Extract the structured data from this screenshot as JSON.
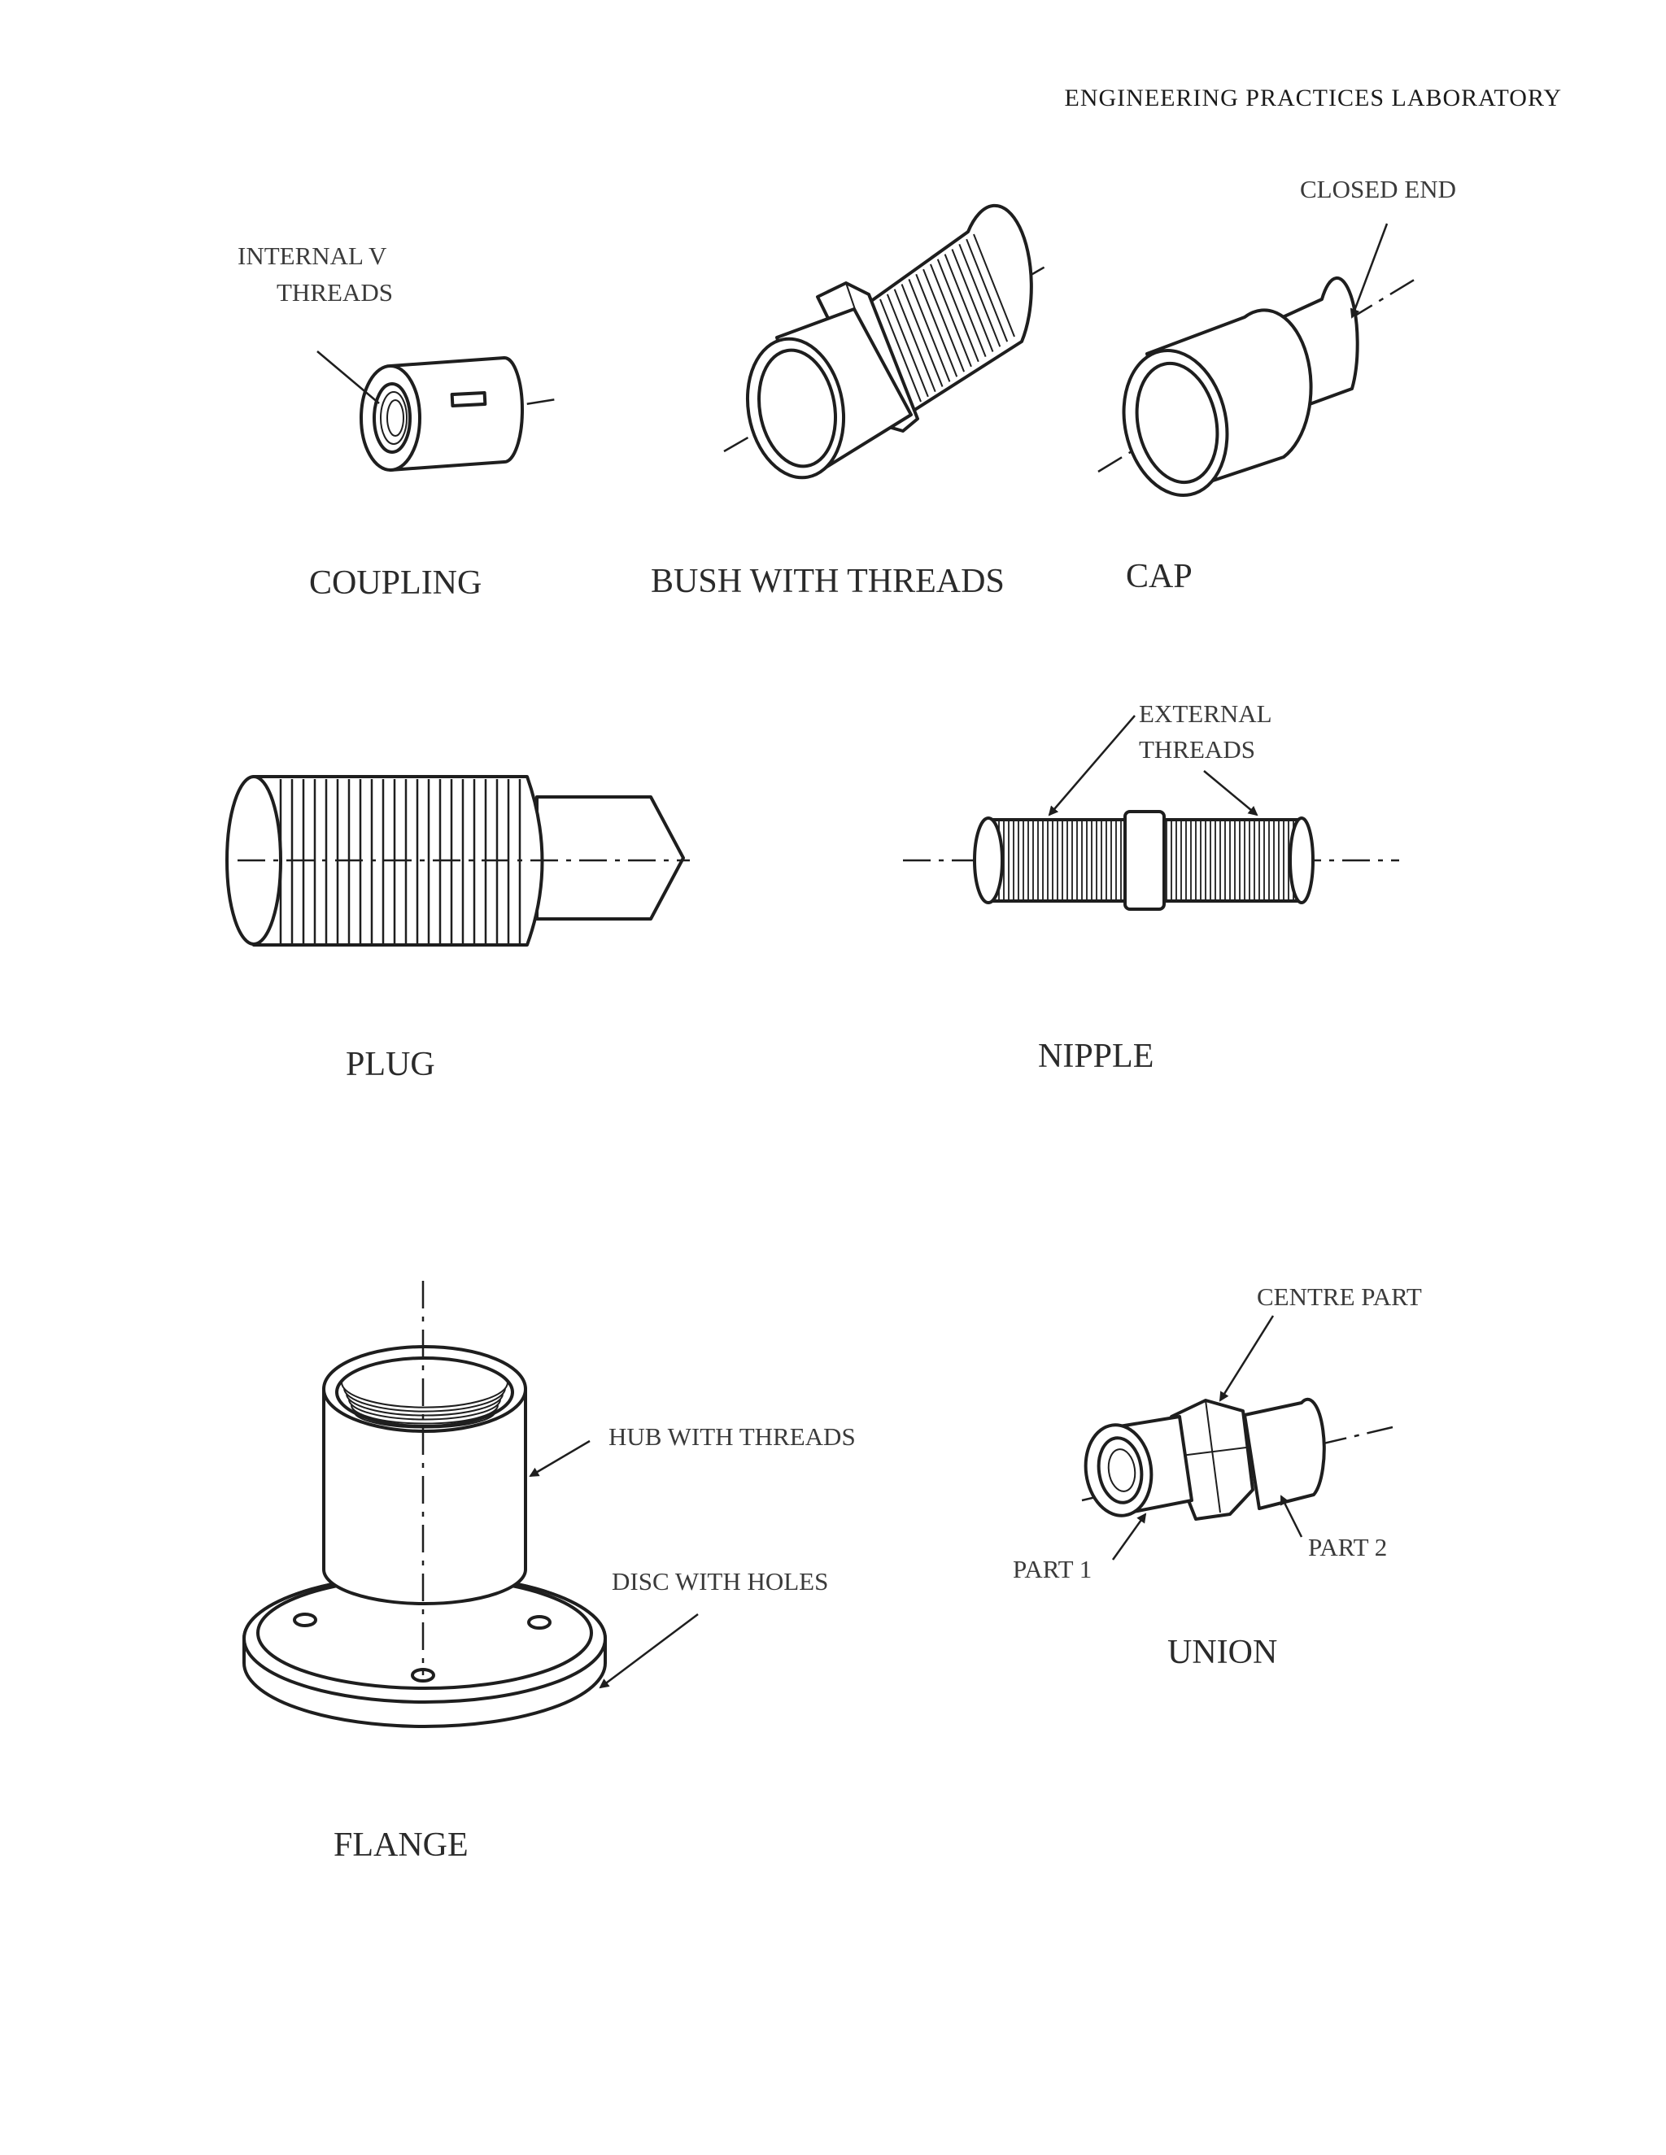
{
  "header": {
    "text": "ENGINEERING  PRACTICES  LABORATORY"
  },
  "parts": {
    "coupling": {
      "caption": "COUPLING",
      "label_line1": "INTERNAL V",
      "label_line2": "THREADS"
    },
    "bush": {
      "caption": "BUSH WITH THREADS"
    },
    "cap": {
      "caption": "CAP",
      "label": "CLOSED END"
    },
    "plug": {
      "caption": "PLUG"
    },
    "nipple": {
      "caption": "NIPPLE",
      "label_line1": "EXTERNAL",
      "label_line2": "THREADS"
    },
    "flange": {
      "caption": "FLANGE",
      "label_hub": "HUB WITH THREADS",
      "label_disc": "DISC WITH HOLES"
    },
    "union": {
      "caption": "UNION",
      "label_centre": "CENTRE PART",
      "label_part1": "PART 1",
      "label_part2": "PART 2"
    }
  }
}
